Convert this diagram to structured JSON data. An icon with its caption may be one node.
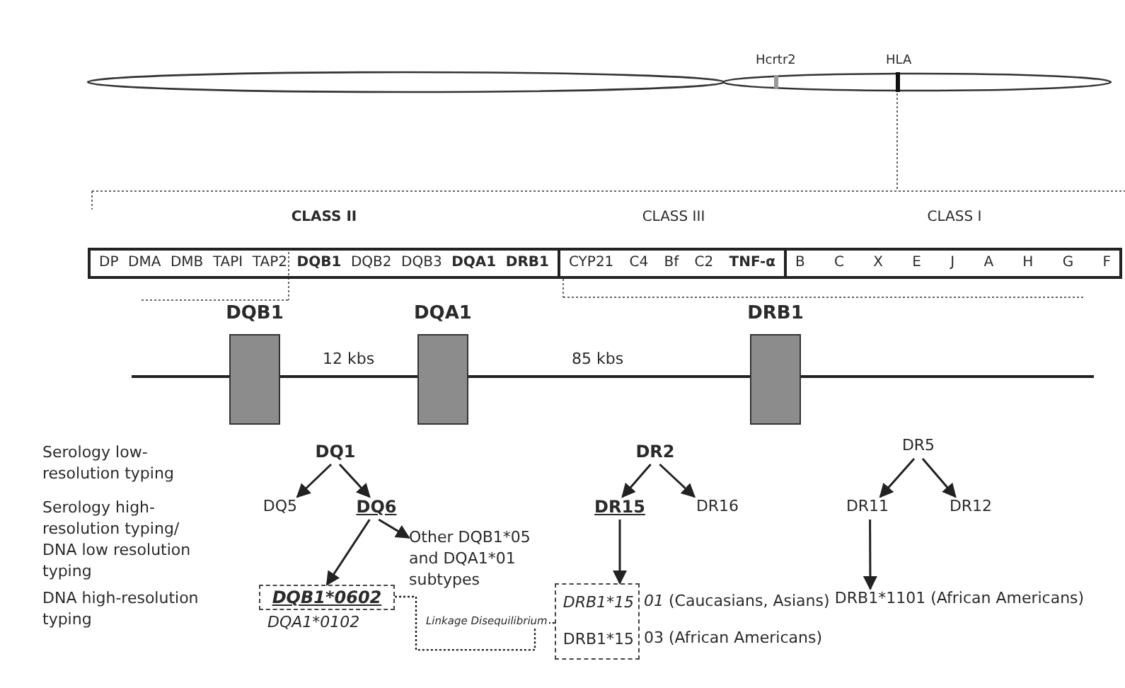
{
  "diagram": {
    "nodes": [
      {
        "text": [
          "CLASS II",
          "DP DMA DMB TAPI TAP2 **DQB1** DQB2 DQB3 **DQA1** **DRB1**"
        ]
      },
      {
        "text": [
          "CLASS III",
          "CYP21 C4 Bf C2 **TNF-α**"
        ]
      },
      {
        "text": [
          "CLASS I",
          "B C X E J A H G F"
        ]
      },
      {
        "text": [
          "DQB1"
        ]
      },
      {
        "text": [
          "DQA1"
        ]
      },
      {
        "text": [
          "DRB1"
        ]
      },
      {
        "text": [
          "DQ1"
        ]
      },
      {
        "text": [
          "DR2"
        ]
      },
      {
        "text": [
          "DR5"
        ]
      },
      {
        "text": [
          "DQ5"
        ]
      },
      {
        "text": [
          "DQ6"
        ]
      },
      {
        "text": [
          "DR15"
        ]
      },
      {
        "text": [
          "DR16"
        ]
      },
      {
        "text": [
          "DR11"
        ]
      },
      {
        "text": [
          "DR12"
        ]
      },
      {
        "text": [
          "Other DQB1*05 and DQA1*01 subtypes"
        ]
      },
      {
        "text": [
          "DQB1*0602"
        ],
        "beside": [
          "DQA1*0102"
        ]
      },
      {
        "text": [
          "DRB1*15",
          "DRB1*15"
        ],
        "beside": [
          "*01* (Caucasians, Asians)",
          "03 (African Americans)"
        ]
      },
      {
        "text": [
          "DRB1*1101 (African Americans)"
        ]
      }
    ],
    "edges": [
      {
        "from": 6,
        "to": 9,
        "arrow": "to"
      },
      {
        "from": 6,
        "to": 10,
        "arrow": "to"
      },
      {
        "from": 7,
        "to": 11,
        "arrow": "to"
      },
      {
        "from": 7,
        "to": 12,
        "arrow": "to"
      },
      {
        "from": 8,
        "to": 13,
        "arrow": "to"
      },
      {
        "from": 8,
        "to": 14,
        "arrow": "to"
      },
      {
        "from": 10,
        "to": 15,
        "arrow": "to"
      },
      {
        "from": 10,
        "to": 16,
        "arrow": "to"
      },
      {
        "from": 11,
        "to": 17,
        "arrow": "to"
      },
      {
        "from": 13,
        "to": 18,
        "arrow": "to"
      },
      {
        "from": 16,
        "to": 17,
        "arrow": "none",
        "style": "dashed",
        "label": "Linkage Disequilibrium"
      }
    ],
    "labels": [
      "Hcrtr2",
      "HLA",
      "12 kbs",
      "85 kbs",
      "Serology low-resolution typing",
      "Serology high-resolution typing/ DNA low resolution typing",
      "DNA high-resolution typing"
    ]
  }
}
